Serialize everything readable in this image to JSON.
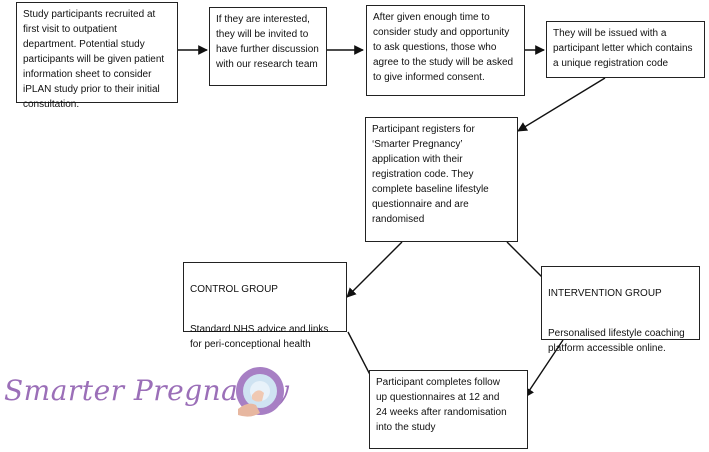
{
  "boxes": {
    "recruit": "Study participants recruited at\nfirst visit to outpatient\ndepartment. Potential study\nparticipants will be given patient\ninformation sheet to consider\niPLAN study prior to their initial\nconsultation.",
    "interest": "If they are interested,\nthey will be invited to\nhave further discussion\nwith our research team",
    "consent": "After given enough time to\nconsider study and opportunity\nto ask questions, those who\nagree to the study will be asked\nto give informed consent.",
    "letter": "They will be issued with a\nparticipant letter which contains\na unique registration code",
    "register": "Participant registers for\n‘Smarter Pregnancy’\napplication with their\nregistration code. They\ncomplete baseline lifestyle\nquestionnaire and are\nrandomised",
    "control_title": "CONTROL GROUP",
    "control_body": "Standard NHS advice and links\nfor peri-conceptional health",
    "intervention_title": "INTERVENTION GROUP",
    "intervention_body": "Personalised lifestyle coaching\nplatform accessible online.",
    "followup": "Participant completes follow\nup questionnaires at 12 and\n24 weeks after randomisation\ninto the study"
  },
  "logo": {
    "text": "Smarter Pregnancy",
    "color": "#9b6fb8"
  }
}
